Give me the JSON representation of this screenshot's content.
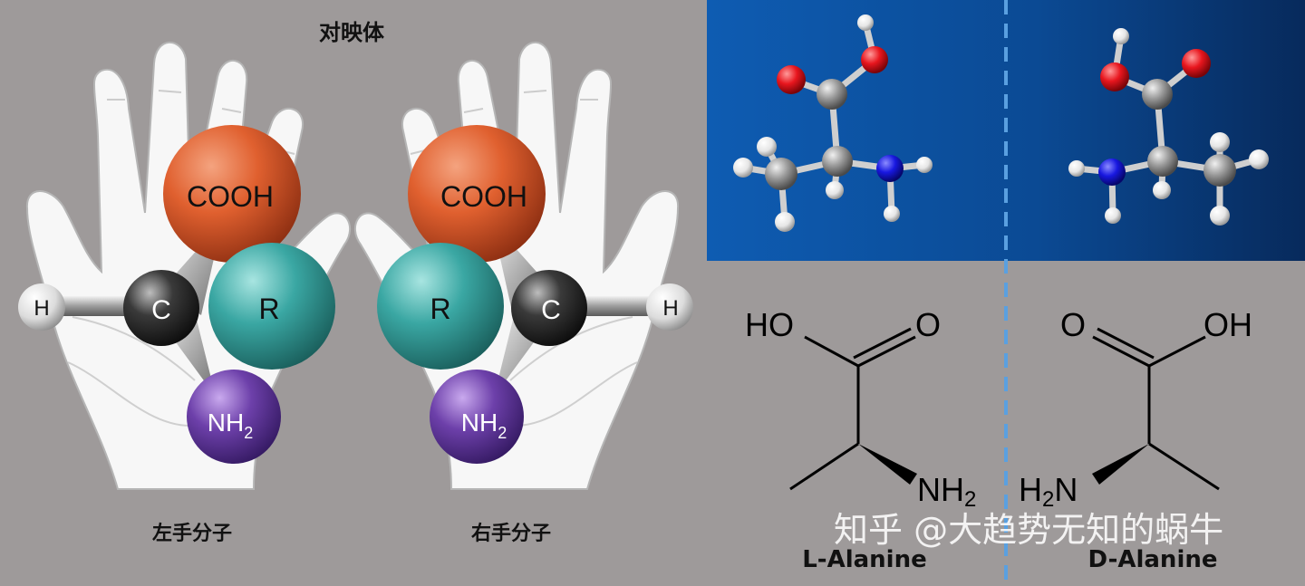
{
  "title": "对映体",
  "left_hand": {
    "caption": "左手分子",
    "atoms": {
      "top": "COOH",
      "center": "C",
      "side": "H",
      "right": "R",
      "bottom": "NH",
      "bottom_sub": "2"
    }
  },
  "right_hand": {
    "caption": "右手分子",
    "atoms": {
      "top": "COOH",
      "center": "C",
      "side": "H",
      "left": "R",
      "bottom": "NH",
      "bottom_sub": "2"
    }
  },
  "l_alanine": {
    "name": "L-Alanine",
    "oh": "HO",
    "o": "O",
    "nh": "NH",
    "nh_sub": "2"
  },
  "d_alanine": {
    "name": "D-Alanine",
    "oh": "OH",
    "o": "O",
    "h": "H",
    "h_sub": "2",
    "n": "N"
  },
  "watermark": "知乎 @大趋势无知的蜗牛",
  "colors": {
    "background": "#9e9a9a",
    "cooh": "#d9552e",
    "r_group": "#3aa7a3",
    "nh2": "#6a3fa6",
    "carbon": "#2e2e2e",
    "hydrogen": "#e8e8e8",
    "panel_blue": "#0d4d98",
    "divider": "#5aa0e0"
  }
}
